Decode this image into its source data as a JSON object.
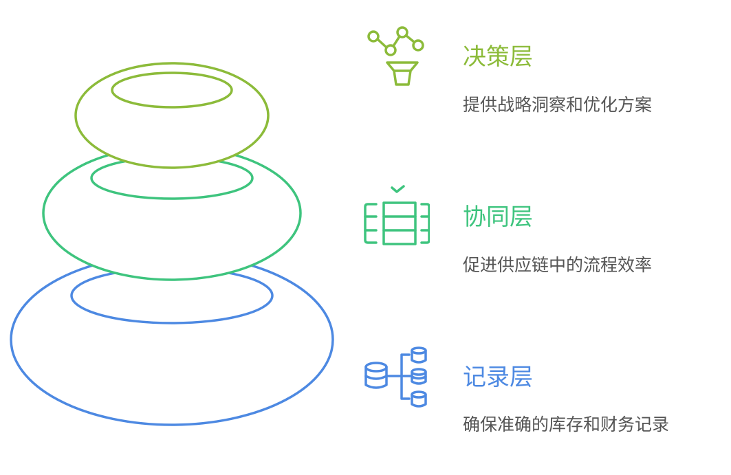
{
  "colors": {
    "decision": "#8cbb3a",
    "collab": "#3ec47e",
    "record": "#4d89e2"
  },
  "layers": [
    {
      "title": "决策层",
      "description": "提供战略洞察和优化方案",
      "icon": "analytics-funnel-icon"
    },
    {
      "title": "协同层",
      "description": "促进供应链中的流程效率",
      "icon": "server-rack-check-icon"
    },
    {
      "title": "记录层",
      "description": "确保准确的库存和财务记录",
      "icon": "database-tree-icon"
    }
  ]
}
